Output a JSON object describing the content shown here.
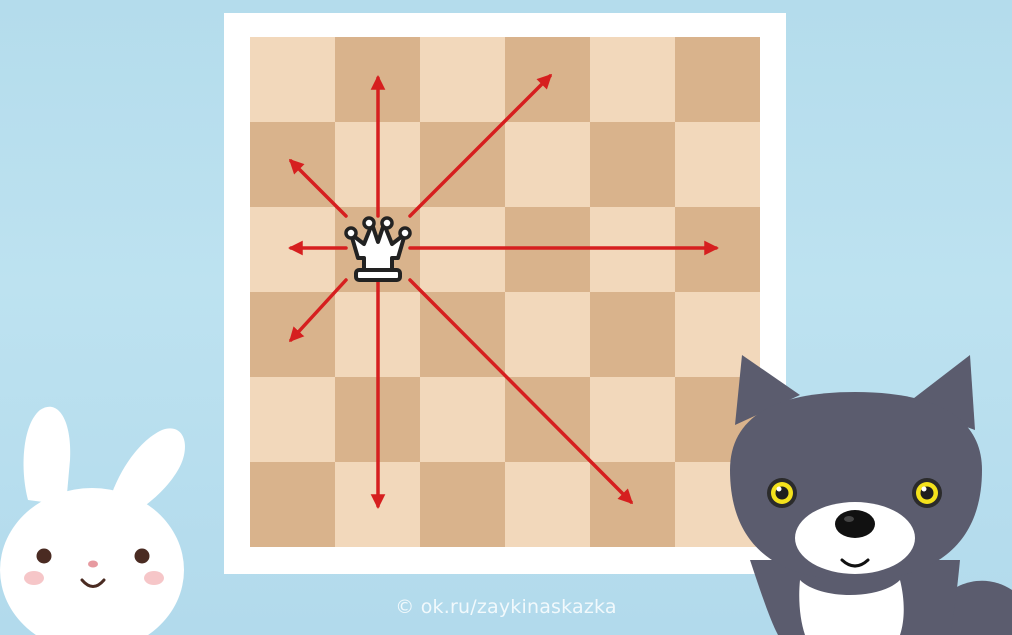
{
  "board": {
    "files": 6,
    "ranks": 6,
    "light_color": "#f2d8bb",
    "dark_color": "#d9b38c",
    "frame_color": "#ffffff"
  },
  "piece": {
    "type": "queen",
    "color": "white",
    "icon": "white-queen-icon",
    "square": {
      "file": 2,
      "rank": 3
    }
  },
  "move_arrows": {
    "color": "#d61f1f",
    "directions": [
      "up",
      "up-right",
      "right",
      "down-right",
      "down",
      "down-left",
      "left",
      "up-left"
    ]
  },
  "characters": [
    {
      "name": "bunny",
      "color": "#ffffff",
      "icon": "bunny-icon"
    },
    {
      "name": "cat",
      "color": "#5b5c6e",
      "icon": "cat-icon"
    }
  ],
  "background_color": "#b9dfee",
  "watermark": {
    "text": "ok.ru/zaykinaskazka",
    "icon": "copyright-icon"
  }
}
